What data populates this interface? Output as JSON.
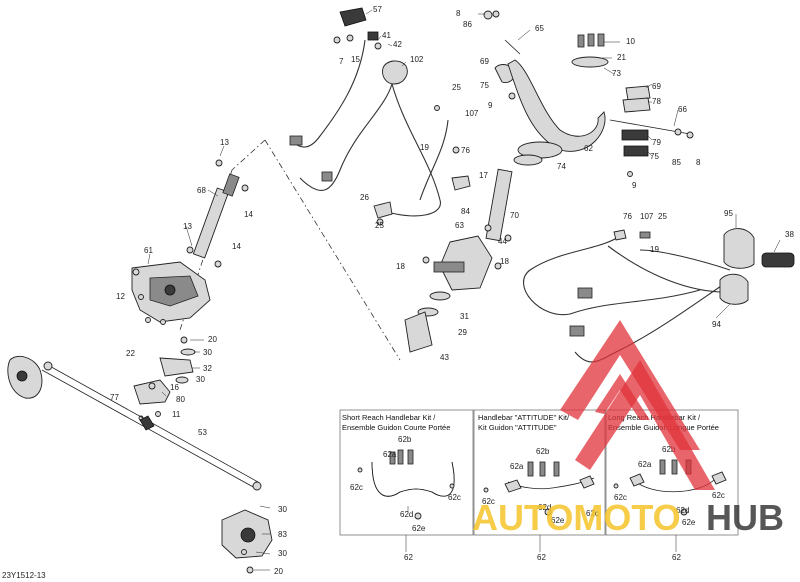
{
  "diagram": {
    "reference_code": "23Y1512-13",
    "callouts": [
      "57",
      "41",
      "42",
      "7",
      "15",
      "102",
      "8",
      "86",
      "65",
      "10",
      "21",
      "73",
      "69",
      "75",
      "9",
      "25",
      "107",
      "19",
      "76",
      "17",
      "84",
      "26",
      "25",
      "74",
      "62",
      "69",
      "78",
      "66",
      "79",
      "85",
      "8",
      "75",
      "9",
      "13",
      "68",
      "14",
      "13",
      "14",
      "61",
      "12",
      "20",
      "30",
      "22",
      "32",
      "30",
      "16",
      "77",
      "80",
      "11",
      "53",
      "30",
      "83",
      "30",
      "20",
      "63",
      "44",
      "18",
      "18",
      "31",
      "29",
      "43",
      "70",
      "76",
      "107",
      "25",
      "19",
      "95",
      "38",
      "94"
    ],
    "kits": [
      {
        "title_line1": "Short Reach Handlebar Kit /",
        "title_line2": "Ensemble Guidon Courte Portée",
        "part_number": "62",
        "labels": [
          "62b",
          "62a",
          "62c",
          "62c",
          "62d",
          "62e"
        ]
      },
      {
        "title_line1": "Handlebar \"ATTITUDE\" Kit/",
        "title_line2": "Kit Guidon \"ATTITUDE\"",
        "part_number": "62",
        "labels": [
          "62b",
          "62a",
          "62c",
          "62c",
          "62d",
          "62e"
        ]
      },
      {
        "title_line1": "Long Reach Handlebar Kit /",
        "title_line2": "Ensemble Guidon Longue Portée",
        "part_number": "62",
        "labels": [
          "62b",
          "62a",
          "62c",
          "62c",
          "62d",
          "62e"
        ]
      }
    ]
  },
  "watermark": {
    "text_part1": "AUTOMOTO",
    "text_part2": "HUB",
    "color_red": "#e0333a",
    "color_yellow": "#f5c42a",
    "color_dark": "#3a3a3a"
  }
}
